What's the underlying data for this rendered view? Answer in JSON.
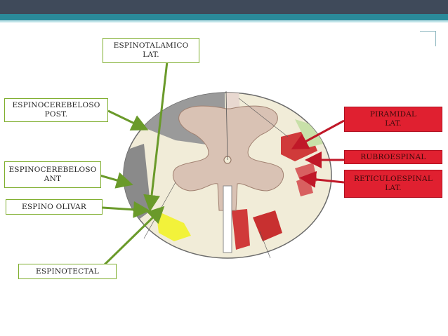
{
  "labels": {
    "espinotalamico": "ESPINOTALAMICO\nLAT.",
    "espinocerebeloso_post": "ESPINOCEREBELOSO\nPOST.",
    "espinocerebeloso_ant": "ESPINOCEREBELOSO\nANT",
    "espino_olivar": "ESPINO OLIVAR",
    "espinotectal": "ESPINOTECTAL",
    "piramidal": "PIRAMIDAL\nLAT.",
    "rubroespinal": "RUBROESPINAL",
    "reticuloespinal": "RETICULOESPINAL\nLAT."
  },
  "colors": {
    "header": "#3f4a5a",
    "accent": "#2a8a9a",
    "label_border": "#7fae2e",
    "arrow_green": "#6a9a2a",
    "red_label": "#e02030",
    "arrow_red": "#c01828",
    "gray_matter": "#d9c2b4",
    "white_matter": "#f1ecd8",
    "gray_tract": "#9a9a9a",
    "red_tract": "#d03a3a",
    "yellow_tract": "#f2f23a"
  }
}
